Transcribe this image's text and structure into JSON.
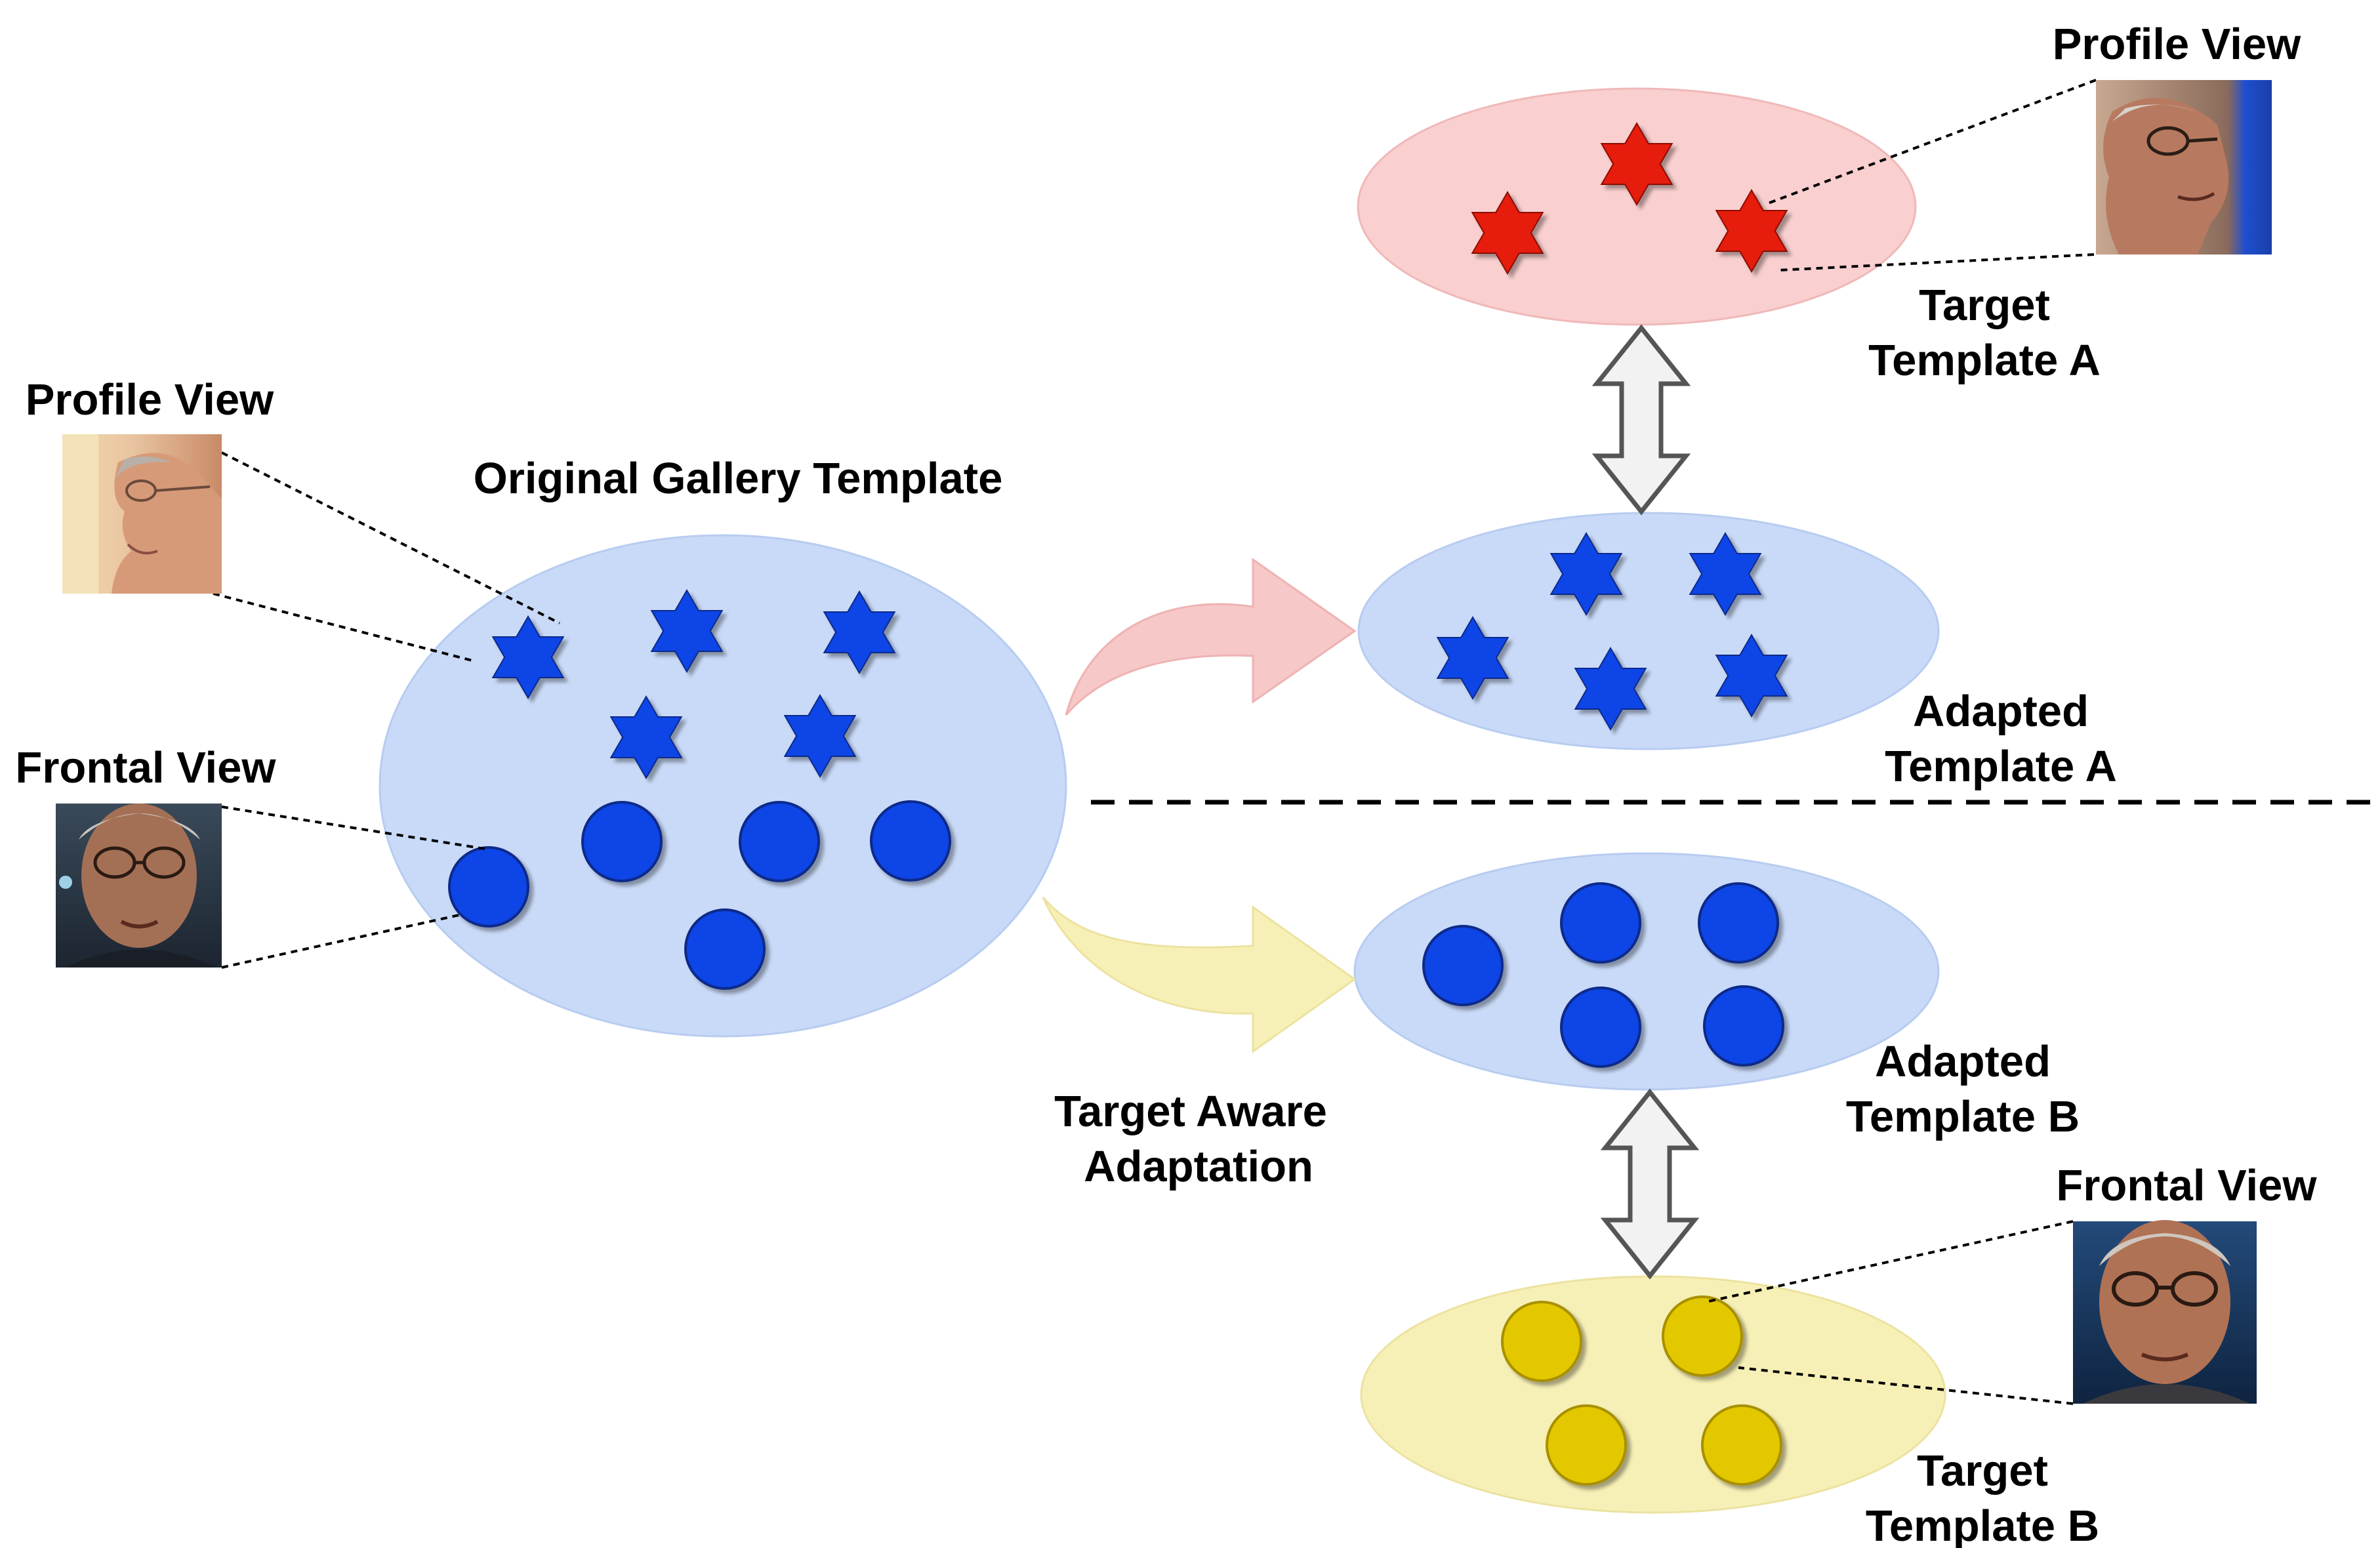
{
  "labels": {
    "original_gallery_template": "Original Gallery Template",
    "profile_view_left": "Profile View",
    "frontal_view_left": "Frontal View",
    "profile_view_right": "Profile View",
    "frontal_view_right": "Frontal View",
    "target_template_a": [
      "Target",
      "Template A"
    ],
    "adapted_template_a": [
      "Adapted",
      "Template A"
    ],
    "adapted_template_b": [
      "Adapted",
      "Template B"
    ],
    "target_template_b": [
      "Target",
      "Template B"
    ],
    "target_aware_adaptation": [
      "Target Aware",
      "Adaptation"
    ]
  },
  "colors": {
    "gallery_fill": "#c9daf8",
    "target_a_fill": "#f9cfcf",
    "target_b_fill": "#f7f0b6",
    "blue_marker": "#0b44e6",
    "red_marker": "#e61a0b",
    "yellow_marker": "#e3c800",
    "red_arrow": "#f6c8c8",
    "yellow_arrow": "#f7f0b6",
    "double_arrow": "#f2f2f2"
  },
  "icons": {
    "profile_photo_left": "profile-face-photo",
    "frontal_photo_left": "frontal-face-photo",
    "profile_photo_right": "profile-face-photo",
    "frontal_photo_right": "frontal-face-photo"
  }
}
